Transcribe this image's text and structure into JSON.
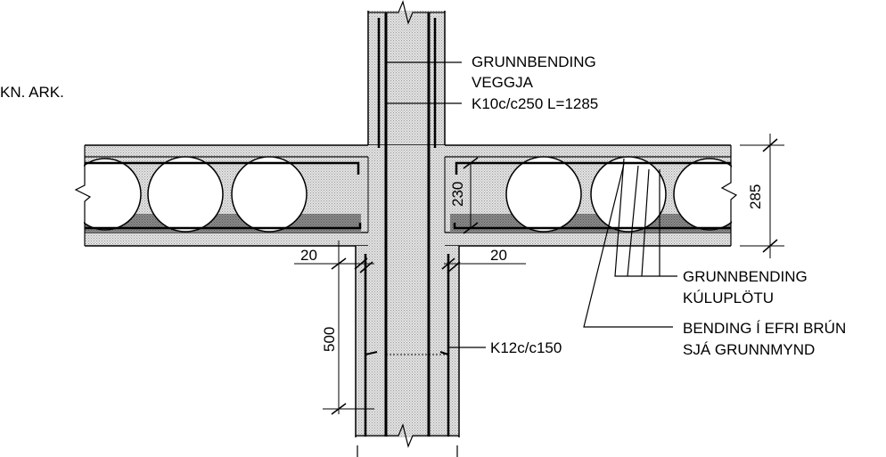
{
  "labels": {
    "left_partial": "KN. ARK.",
    "wall_rebar_title": "GRUNNBENDING",
    "wall_rebar_sub": "VEGGJA",
    "wall_rebar_spec": "K10c/c250 L=1285",
    "slab_rebar_title": "GRUNNBENDING",
    "slab_rebar_sub": "KÚLUPLÖTU",
    "top_rebar_title": "BENDING Í EFRI BRÚN",
    "top_rebar_sub": "SJÁ GRUNNMYND",
    "lower_wall_rebar": "K12c/c150"
  },
  "dimensions": {
    "slab_thickness": "285",
    "inner_height": "230",
    "lap_length": "500",
    "left_offset": "20",
    "right_offset": "20"
  },
  "colors": {
    "line": "#000000",
    "concrete_fill": "#d9d9d9",
    "dark_band": "#8c8c8c"
  }
}
